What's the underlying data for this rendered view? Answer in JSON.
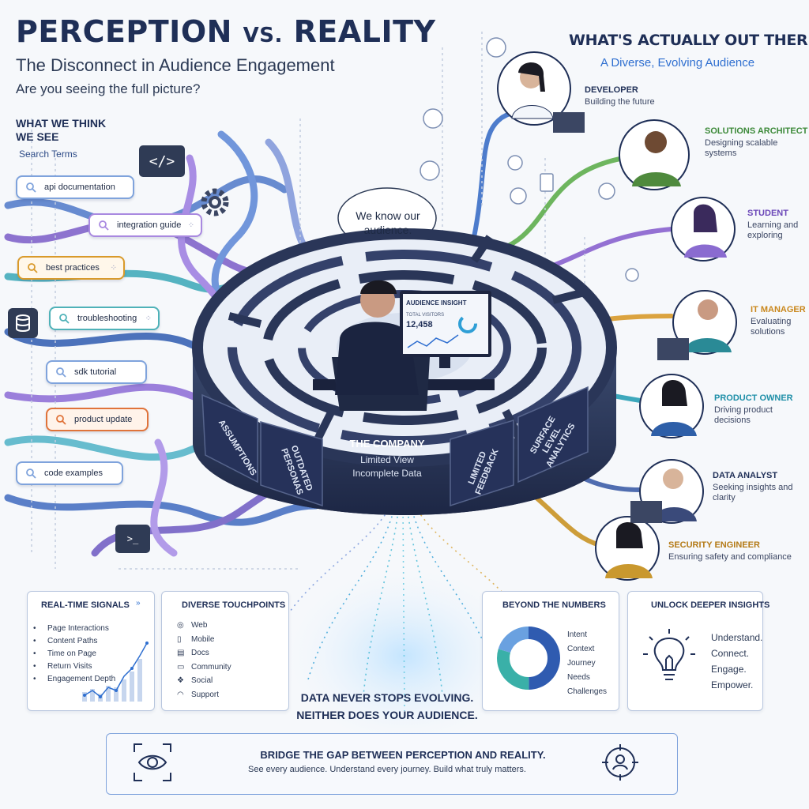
{
  "header": {
    "title_a": "PERCEPTION",
    "title_vs": "VS.",
    "title_b": "REALITY",
    "subtitle": "The Disconnect in Audience Engagement",
    "question": "Are you seeing the full picture?"
  },
  "perception": {
    "heading": "WHAT WE THINK WE SEE",
    "search_label": "Search Terms",
    "terms": [
      "api documentation",
      "integration guide",
      "best practices",
      "troubleshooting",
      "sdk tutorial",
      "product update",
      "code examples"
    ]
  },
  "center": {
    "bubble": "We know our audience.",
    "screen_title": "AUDIENCE INSIGHT",
    "screen_label": "TOTAL VISITORS",
    "screen_value": "12,458",
    "company": "THE COMPANY",
    "company_line1": "Limited View",
    "company_line2": "Incomplete Data",
    "walls": [
      "ASSUMPTIONS",
      "OUTDATED PERSONAS",
      "LIMITED FEEDBACK",
      "SURFACE LEVEL ANALYTICS"
    ]
  },
  "reality": {
    "heading": "WHAT'S ACTUALLY OUT THERE",
    "subheading": "A Diverse, Evolving Audience",
    "personas": [
      {
        "role": "DEVELOPER",
        "desc": "Building the future",
        "color": "#1f2f57"
      },
      {
        "role": "SOLUTIONS ARCHITECT",
        "desc": "Designing scalable systems",
        "color": "#3d8a3a"
      },
      {
        "role": "STUDENT",
        "desc": "Learning and exploring",
        "color": "#6b47b8"
      },
      {
        "role": "IT MANAGER",
        "desc": "Evaluating solutions",
        "color": "#c9871c"
      },
      {
        "role": "PRODUCT OWNER",
        "desc": "Driving product decisions",
        "color": "#1f8fa8"
      },
      {
        "role": "DATA ANALYST",
        "desc": "Seeking insights and clarity",
        "color": "#1f2f57"
      },
      {
        "role": "SECURITY ENGINEER",
        "desc": "Ensuring safety and compliance",
        "color": "#b47a16"
      }
    ]
  },
  "panels": {
    "signals": {
      "title": "REAL-TIME SIGNALS",
      "items": [
        "Page Interactions",
        "Content Paths",
        "Time on Page",
        "Return Visits",
        "Engagement Depth"
      ]
    },
    "touchpoints": {
      "title": "DIVERSE TOUCHPOINTS",
      "items": [
        "Web",
        "Mobile",
        "Docs",
        "Community",
        "Social",
        "Support"
      ]
    },
    "evolving_line1": "DATA NEVER STOPS EVOLVING.",
    "evolving_line2": "NEITHER DOES YOUR AUDIENCE.",
    "numbers": {
      "title": "BEYOND THE NUMBERS",
      "items": [
        "Intent",
        "Context",
        "Journey",
        "Needs",
        "Challenges"
      ]
    },
    "insights": {
      "title": "UNLOCK DEEPER INSIGHTS",
      "items": [
        "Understand.",
        "Connect.",
        "Engage.",
        "Empower."
      ]
    }
  },
  "footer": {
    "title": "BRIDGE THE GAP BETWEEN PERCEPTION AND REALITY.",
    "subtitle": "See every audience. Understand every journey. Build what truly matters."
  }
}
